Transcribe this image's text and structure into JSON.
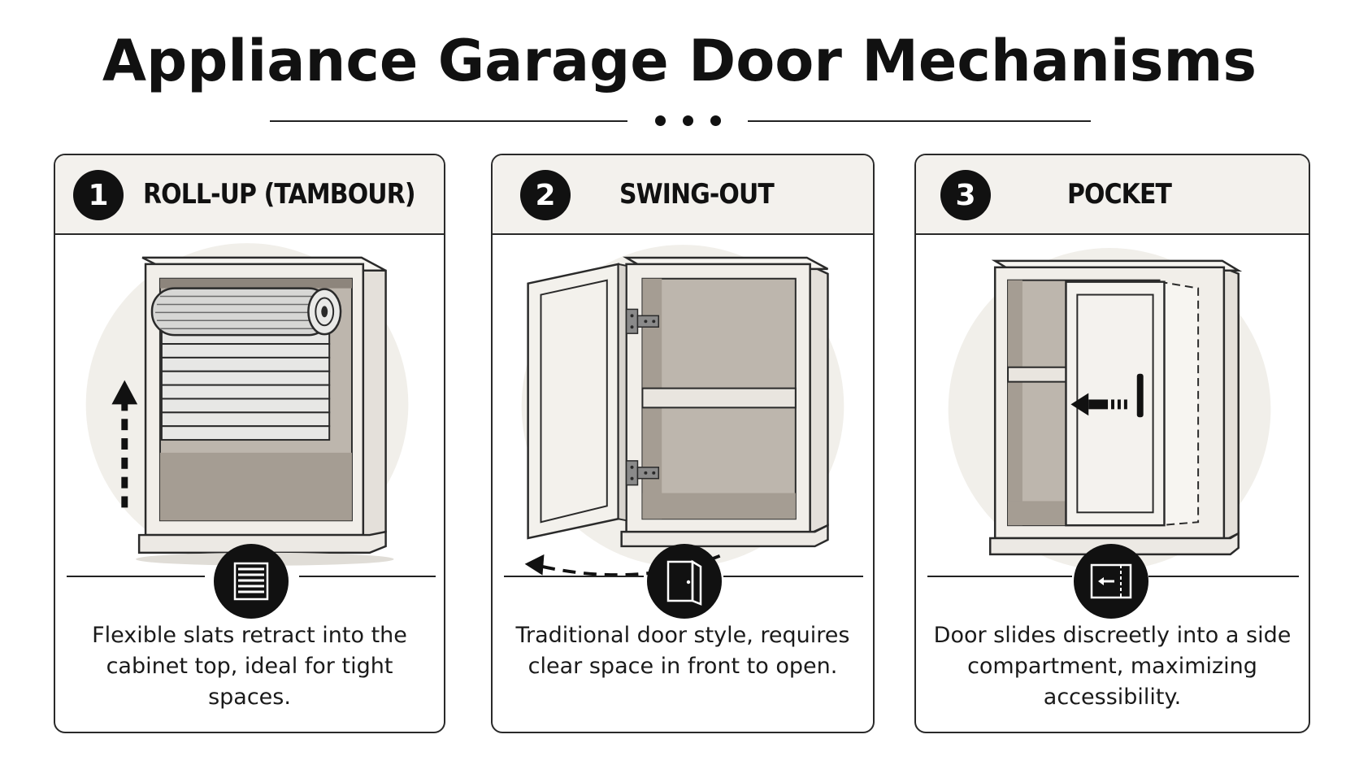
{
  "title": "Appliance Garage Door Mechanisms",
  "cards": [
    {
      "number": "1",
      "label": "ROLL-UP (TAMBOUR)",
      "description": "Flexible slats retract into the cabinet top, ideal for tight spaces.",
      "icon": "tambour-slats-icon"
    },
    {
      "number": "2",
      "label": "SWING-OUT",
      "description": "Traditional door style, requires clear space in front to open.",
      "icon": "open-door-icon"
    },
    {
      "number": "3",
      "label": "POCKET",
      "description": "Door slides discreetly into a side compartment, maximizing accessibility.",
      "icon": "slide-into-pocket-icon"
    }
  ],
  "colors": {
    "ink": "#111111",
    "header_bg": "#f3f1ed",
    "cabinet_fill": "#f1eee9",
    "interior_fill": "#bdb6ad",
    "backdrop_circle": "#f1efea"
  }
}
